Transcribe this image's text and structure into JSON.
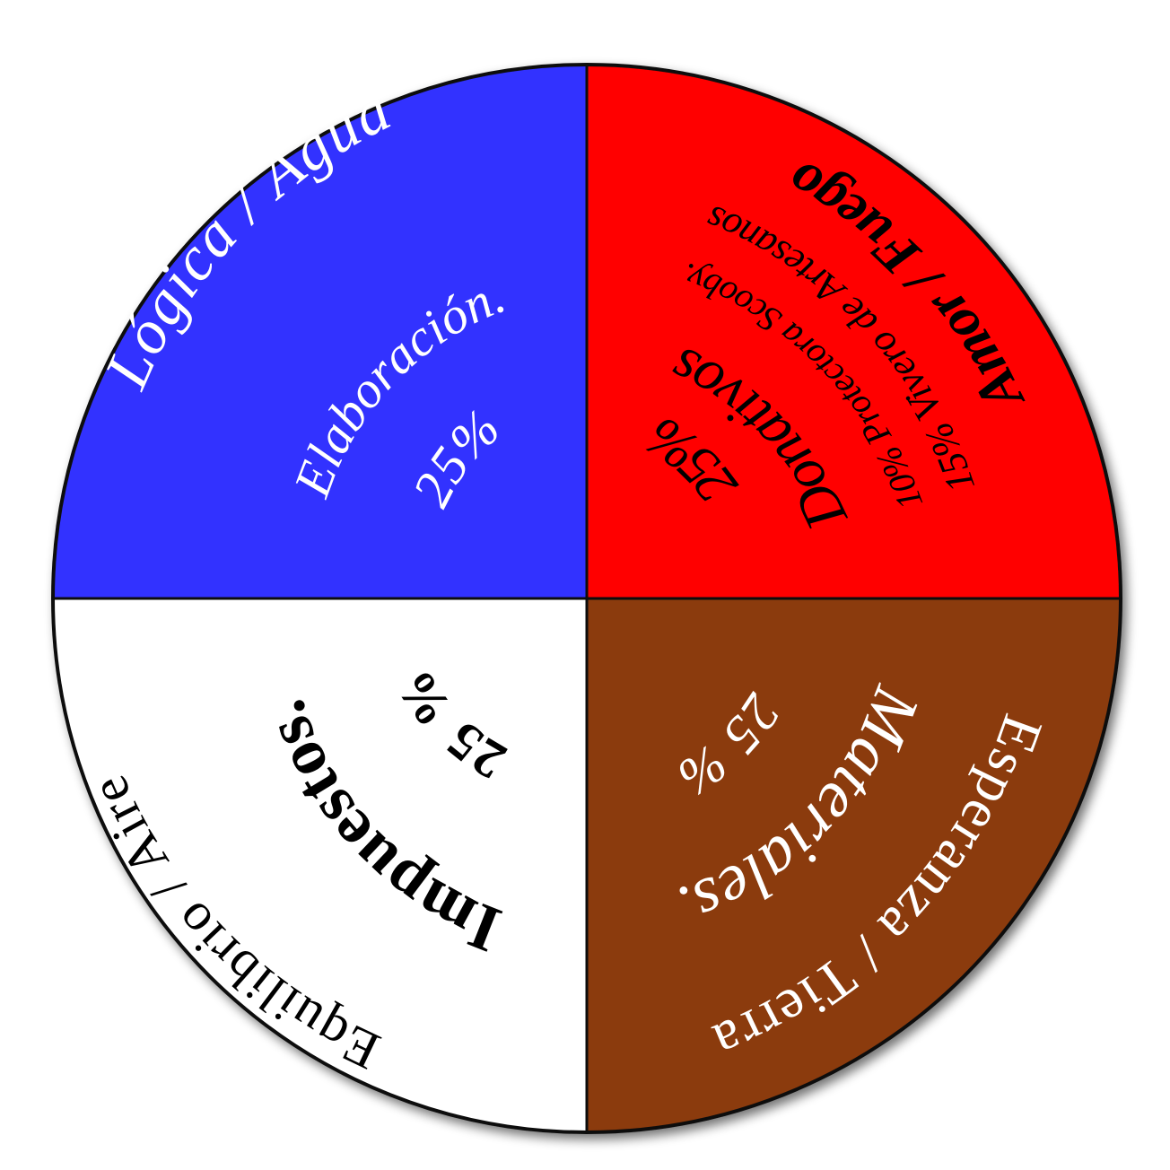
{
  "chart_data": {
    "type": "pie",
    "start": "top",
    "direction": "clockwise",
    "slices": [
      {
        "key": "red",
        "title": "Amor / Fuego",
        "value": 25,
        "value_label": "25%",
        "label": "Donativos",
        "details": [
          "15% Vivero de Artesanos",
          "10% Protectora Scooby."
        ],
        "color": "#ff0000",
        "text_color": "#000000"
      },
      {
        "key": "brown",
        "title": "Esperanza / Tierra",
        "value": 25,
        "value_label": "25 %",
        "label": "Materiales.",
        "details": [],
        "color": "#8b3a0f",
        "text_color": "#ffffff"
      },
      {
        "key": "white",
        "title": "Equilibrio / Aire",
        "value": 25,
        "value_label": "25 %",
        "label": "Impuestos.",
        "details": [],
        "color": "#ffffff",
        "text_color": "#000000"
      },
      {
        "key": "blue",
        "title": "Lógica / Agua",
        "value": 25,
        "value_label": "25%",
        "label": "Elaboración.",
        "details": [],
        "color": "#3333ff",
        "text_color": "#ffffff"
      }
    ]
  }
}
